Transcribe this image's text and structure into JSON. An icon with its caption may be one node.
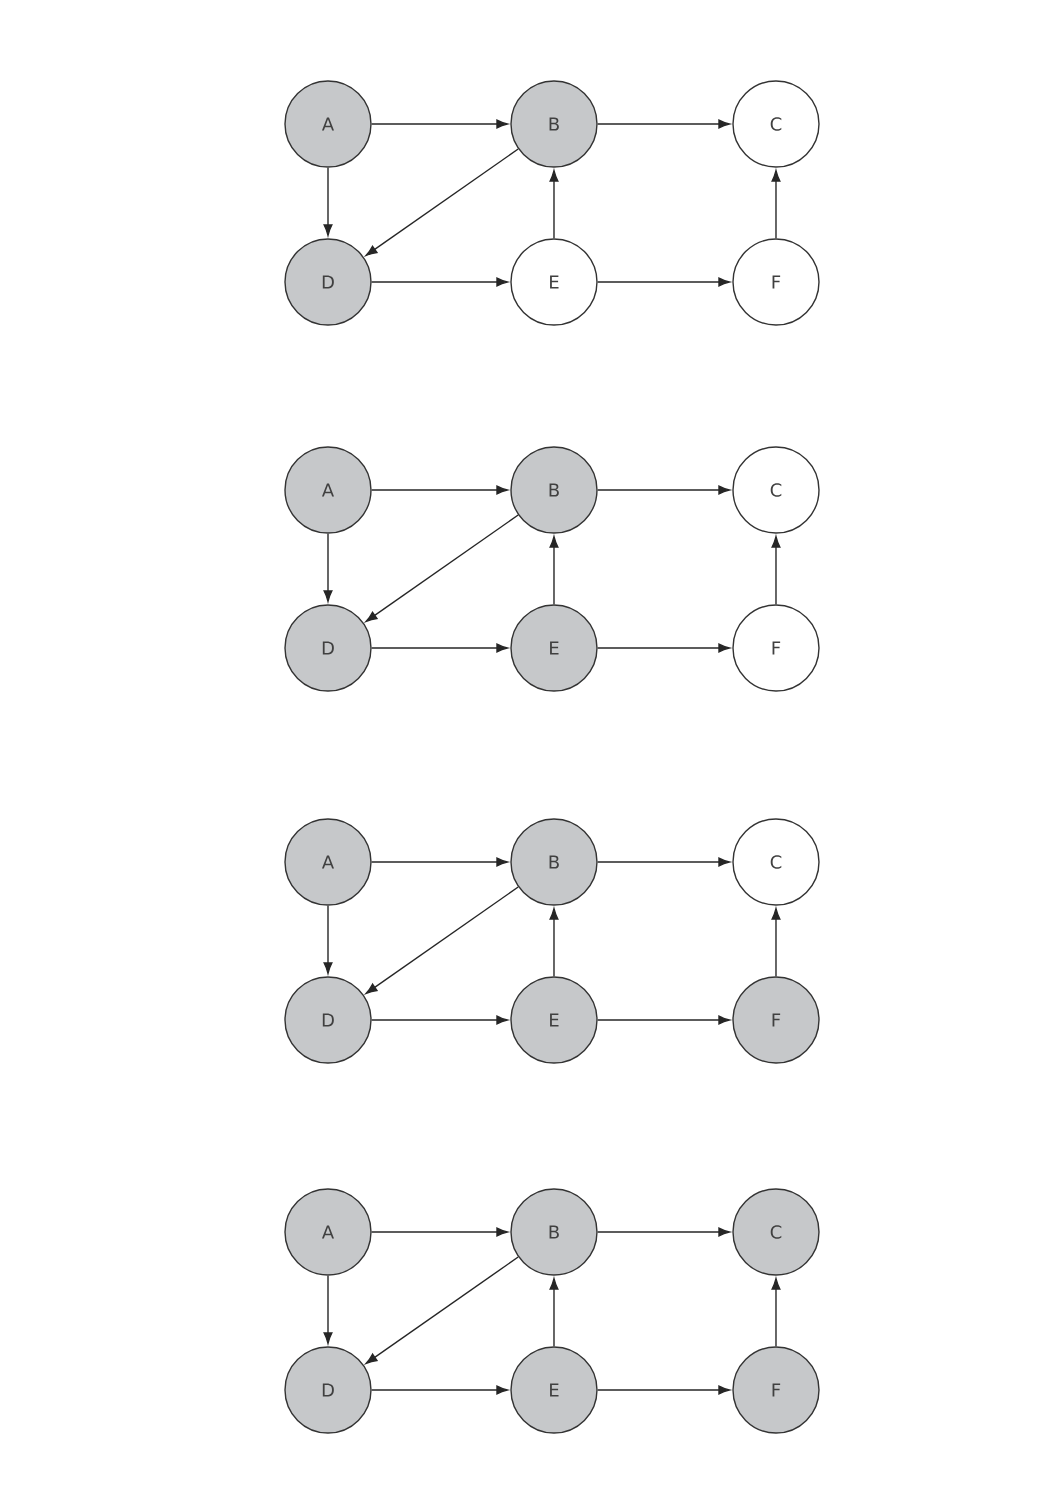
{
  "diagram": {
    "nodes": [
      {
        "text": [
          "A"
        ]
      },
      {
        "text": [
          "B"
        ]
      },
      {
        "text": [
          "C"
        ]
      },
      {
        "text": [
          "D"
        ]
      },
      {
        "text": [
          "E"
        ]
      },
      {
        "text": [
          "F"
        ]
      },
      {
        "text": [
          "A"
        ]
      },
      {
        "text": [
          "B"
        ]
      },
      {
        "text": [
          "C"
        ]
      },
      {
        "text": [
          "D"
        ]
      },
      {
        "text": [
          "E"
        ]
      },
      {
        "text": [
          "F"
        ]
      },
      {
        "text": [
          "A"
        ]
      },
      {
        "text": [
          "B"
        ]
      },
      {
        "text": [
          "C"
        ]
      },
      {
        "text": [
          "D"
        ]
      },
      {
        "text": [
          "E"
        ]
      },
      {
        "text": [
          "F"
        ]
      },
      {
        "text": [
          "A"
        ]
      },
      {
        "text": [
          "B"
        ]
      },
      {
        "text": [
          "C"
        ]
      },
      {
        "text": [
          "D"
        ]
      },
      {
        "text": [
          "E"
        ]
      },
      {
        "text": [
          "F"
        ]
      }
    ],
    "edges": [
      {
        "from": 0,
        "to": 1,
        "arrow": "to"
      },
      {
        "from": 1,
        "to": 2,
        "arrow": "to"
      },
      {
        "from": 0,
        "to": 3,
        "arrow": "to"
      },
      {
        "from": 1,
        "to": 3,
        "arrow": "to"
      },
      {
        "from": 3,
        "to": 4,
        "arrow": "to"
      },
      {
        "from": 4,
        "to": 1,
        "arrow": "to"
      },
      {
        "from": 4,
        "to": 5,
        "arrow": "to"
      },
      {
        "from": 5,
        "to": 2,
        "arrow": "to"
      },
      {
        "from": 6,
        "to": 7,
        "arrow": "to"
      },
      {
        "from": 7,
        "to": 8,
        "arrow": "to"
      },
      {
        "from": 6,
        "to": 9,
        "arrow": "to"
      },
      {
        "from": 7,
        "to": 9,
        "arrow": "to"
      },
      {
        "from": 9,
        "to": 10,
        "arrow": "to"
      },
      {
        "from": 10,
        "to": 7,
        "arrow": "to"
      },
      {
        "from": 10,
        "to": 11,
        "arrow": "to"
      },
      {
        "from": 11,
        "to": 8,
        "arrow": "to"
      },
      {
        "from": 12,
        "to": 13,
        "arrow": "to"
      },
      {
        "from": 13,
        "to": 14,
        "arrow": "to"
      },
      {
        "from": 12,
        "to": 15,
        "arrow": "to"
      },
      {
        "from": 13,
        "to": 15,
        "arrow": "to"
      },
      {
        "from": 15,
        "to": 16,
        "arrow": "to"
      },
      {
        "from": 16,
        "to": 13,
        "arrow": "to"
      },
      {
        "from": 16,
        "to": 17,
        "arrow": "to"
      },
      {
        "from": 17,
        "to": 14,
        "arrow": "to"
      },
      {
        "from": 18,
        "to": 19,
        "arrow": "to"
      },
      {
        "from": 19,
        "to": 20,
        "arrow": "to"
      },
      {
        "from": 18,
        "to": 21,
        "arrow": "to"
      },
      {
        "from": 19,
        "to": 21,
        "arrow": "to"
      },
      {
        "from": 21,
        "to": 22,
        "arrow": "to"
      },
      {
        "from": 22,
        "to": 19,
        "arrow": "to"
      },
      {
        "from": 22,
        "to": 23,
        "arrow": "to"
      },
      {
        "from": 23,
        "to": 20,
        "arrow": "to"
      }
    ]
  }
}
